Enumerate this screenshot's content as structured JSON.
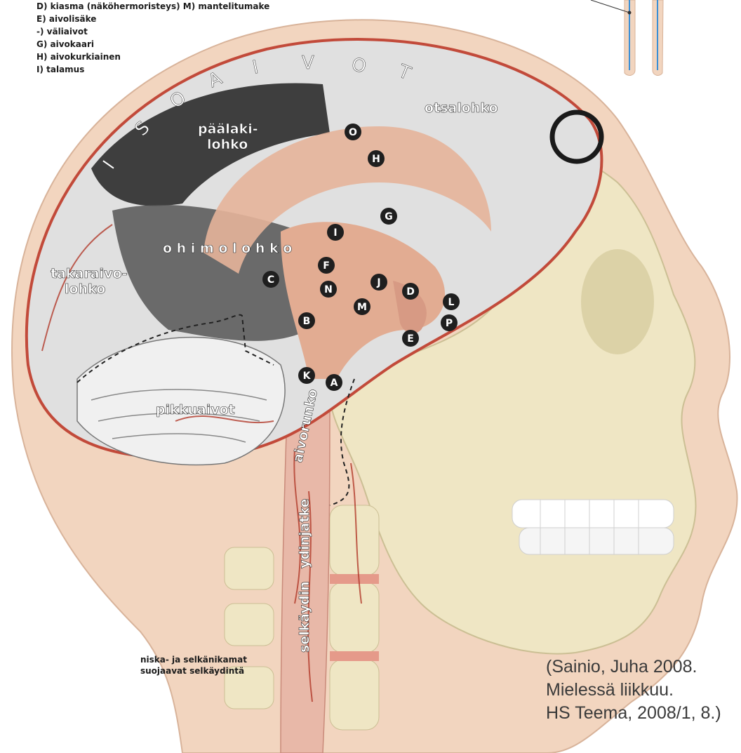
{
  "legend": {
    "items": [
      "D) kiasma (näköhermoristeys)   M) mantelitumake",
      "E) aivolisäke",
      "‑) väliaivot",
      "G) aivokaari",
      "H) aivokurkiainen",
      "I) talamus"
    ]
  },
  "regions": {
    "isoaivot": [
      "I",
      "S",
      "O",
      "A",
      "I",
      "V",
      "O",
      "T"
    ],
    "otsalohko": "otsalohko",
    "paalakilohko_1": "päälaki-",
    "paalakilohko_2": "lohko",
    "ohimolohko": "o h i m o l o h k o",
    "takaraivolohko_1": "takaraivo-",
    "takaraivolohko_2": "lohko",
    "pikkuaivot": "pikkuaivot",
    "aivorunko": "aivorunko",
    "ydinjatke": "ydinjatke",
    "selkaydin": "selkäydin"
  },
  "markers": [
    "O",
    "H",
    "G",
    "I",
    "F",
    "C",
    "N",
    "J",
    "D",
    "L",
    "M",
    "B",
    "P",
    "E",
    "K",
    "A"
  ],
  "note": {
    "line1": "niska- ja selkänikamat",
    "line2": "suojaavat selkäydintä"
  },
  "citation": {
    "line1": "(Sainio, Juha 2008.",
    "line2": "Mielessä liikkuu.",
    "line3": "HS Teema, 2008/1, 8.)"
  },
  "colors": {
    "background": "#ffffff",
    "skin": "#f2d5bf",
    "bone": "#efe6c4",
    "brain_light": "#e6e6e6",
    "brain_dark": "#4a4a4a",
    "inner_pink": "#e6b49a",
    "vessel": "#b23a2a",
    "marker": "#1f1f1f",
    "highlight_ring": "#1a1a1a",
    "body_vessels": "#3a8fd6"
  }
}
